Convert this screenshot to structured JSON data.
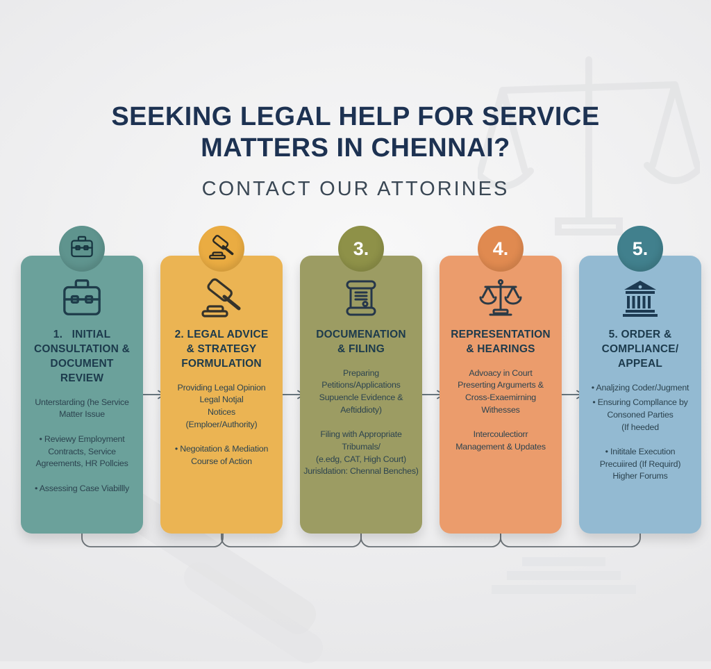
{
  "header": {
    "title": "SEEKING LEGAL HELP FOR SERVICE\nMATTERS IN CHENNAI?",
    "subtitle": "CONTACT OUR ATTORINES"
  },
  "steps": [
    {
      "badge_label": "",
      "badge_icon": "briefcase-icon",
      "card_color": "#6BA19B",
      "badge_color": "#5F948E",
      "title": "1.   INITIAL\nCONSULTATION &\nDOCUMENT\nREVIEW",
      "paragraphs": [
        "Unterstarding (he Service\nMatter Issue",
        "• Reviewy Employment\nContracts, Service\nAgreements, HR Pollcies",
        "• Assessing Case Viabillly"
      ]
    },
    {
      "badge_label": "",
      "badge_icon": "gavel-icon",
      "card_color": "#EBB453",
      "badge_color": "#EAAC42",
      "title": "2. LEGAL ADVICE\n& STRATEGY\nFORMULATION",
      "paragraphs": [
        "Providing Legal Opinion\nLegal Notjal\nNotices\n(Emploer/Authority)",
        "• Negoitation & Mediation\nCourse of Action"
      ]
    },
    {
      "badge_label": "3.",
      "badge_icon": "",
      "card_color": "#9C9C63",
      "badge_color": "#8E9148",
      "title": "DOCUMENATION\n& FILING",
      "paragraphs": [
        "Preparing\nPetitions/Applications\nSupuencle Evidence &\nAeftiddioty)",
        "Filing with Appropriate\nTribumals/\n(e.edg, CAT, High Court)\nJurisldation: Chennal Benches)"
      ]
    },
    {
      "badge_label": "4.",
      "badge_icon": "",
      "card_color": "#EB9C6C",
      "badge_color": "#E08A50",
      "title": "REPRESENTATION\n& HEARINGS",
      "paragraphs": [
        "Advoacy in Court\nPreserting Argumerts &\nCross-Exaemirning\nWithesses",
        "Intercoulectiorr\nManagement & Updates"
      ]
    },
    {
      "badge_label": "5.",
      "badge_icon": "",
      "card_color": "#93BAD2",
      "badge_color": "#41808D",
      "title": "5. ORDER &\nCOMPLIANCE/\nAPPEAL",
      "paragraphs": [
        "• Analjzing Coder/Jugment",
        "• Ensuring Compllance by\nConsoned Parties\n(If heeded",
        "• Inititale Execution\nPrecuiired (If Requird)\nHigher Forums"
      ]
    }
  ],
  "colors": {
    "title_text": "#1D3252",
    "subtitle_text": "#3A4754",
    "card_title_text": "#1C3A4C",
    "card_body_text": "#2C434F",
    "icon_stroke": "#24384A",
    "connector_gray": "#6B7277",
    "background": "#EDEDEE"
  }
}
